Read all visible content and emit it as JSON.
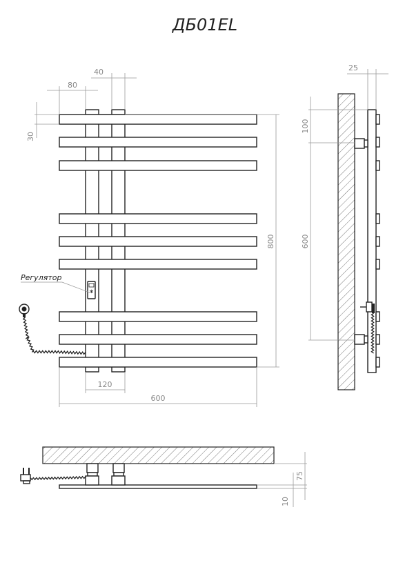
{
  "title": "ДБ01EL",
  "front_view": {
    "regulator_label": "Регулятор",
    "dims": {
      "tube_offset": "80",
      "tube_width": "40",
      "bar_height": "30",
      "total_height": "800",
      "tube_spacing": "120",
      "total_width": "600"
    }
  },
  "side_view": {
    "dims": {
      "depth": "25",
      "top_offset": "100",
      "bracket_spacing": "600"
    }
  },
  "top_view": {
    "dims": {
      "wall_distance": "75",
      "plate_thickness": "10"
    }
  }
}
